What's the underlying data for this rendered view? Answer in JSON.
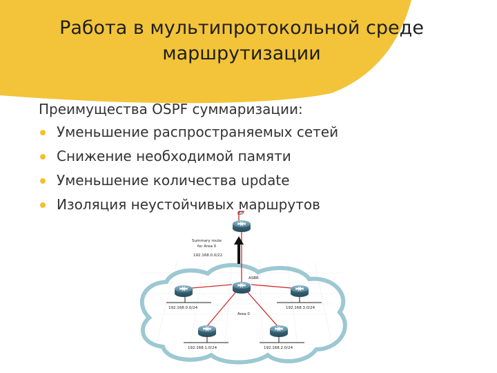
{
  "title": {
    "line1": "Работа в мультипротокольной среде",
    "line2": "маршрутизации"
  },
  "content": {
    "heading": "Преимущества OSPF суммаризации:",
    "bullets": [
      "Уменьшение распространяемых сетей",
      "Снижение необходимой памяти",
      "Уменьшение количества update",
      "Изоляция неустойчивых маршрутов"
    ]
  },
  "diagram": {
    "isp_label": "ISP",
    "summary_note_line1": "Summary route",
    "summary_note_line2": "for Area 0",
    "summary_network": "192.168.0.0/22",
    "asbr_label": "ASBR",
    "area_label": "Area 0",
    "networks": {
      "left": "192.168.0.0/24",
      "right": "192.168.3.0/24",
      "bottom_left": "192.168.1.0/24",
      "bottom_right": "192.168.2.0/24"
    }
  },
  "colors": {
    "accent_yellow": "#f2c12e",
    "cloud_stroke": "#9cc8d2",
    "link_red": "#cc2a2a",
    "router_blue": "#3d6f86"
  }
}
